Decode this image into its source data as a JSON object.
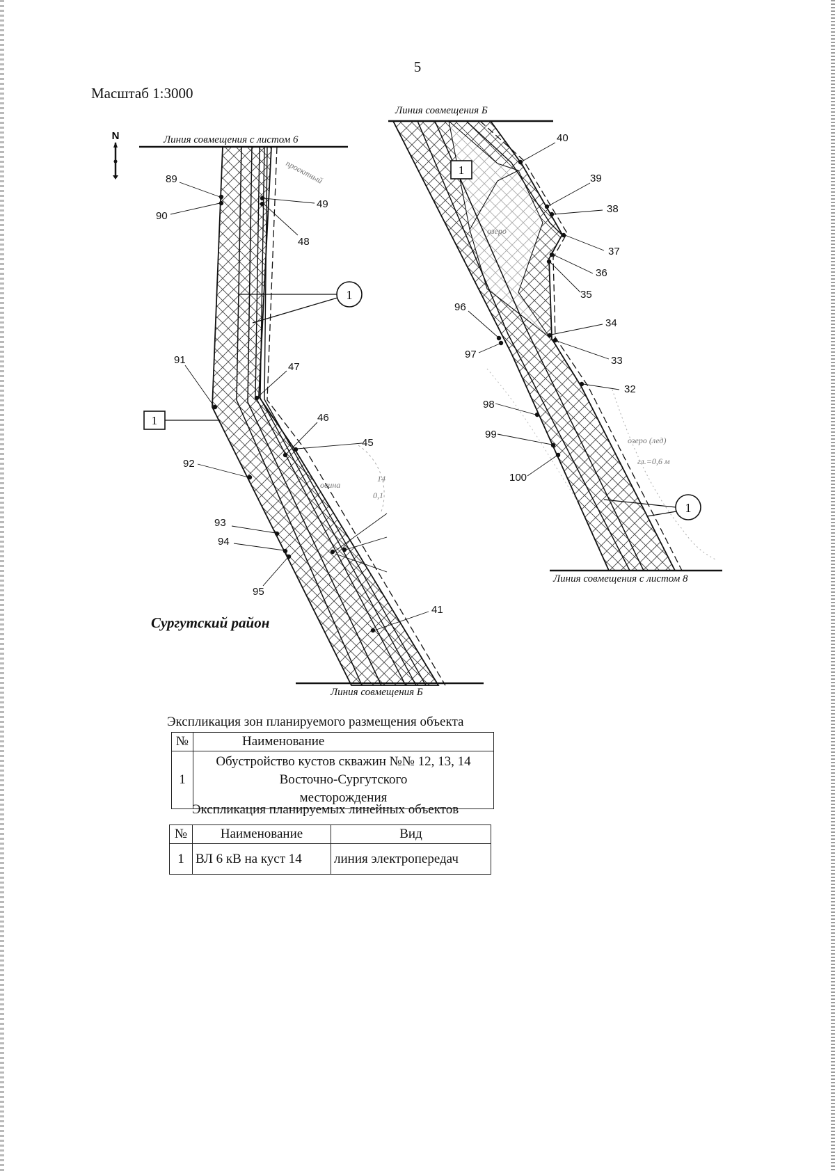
{
  "page": {
    "number": "5",
    "scale": "Масштаб 1:3000"
  },
  "map": {
    "north_arrow_label": "N",
    "north_arrow_icon": "north-arrow-icon",
    "match_lines": {
      "left_top": "Линия совмещения с листом 6",
      "left_bottom": "Линия совмещения Б",
      "right_top": "Линия совмещения Б",
      "right_bottom": "Линия совмещения с листом 8"
    },
    "district": "Сургутский район",
    "zone_marker": "1",
    "linear_marker": "1",
    "faint_annotations": {
      "left_top": "проектный",
      "left_mid": "осина",
      "left_mid_value_1": "14",
      "left_mid_value_2": "0,1",
      "right_lake": "озеро (лед)",
      "right_depth": "гл.=0,6 м",
      "right_small": "озеро"
    },
    "point_labels": [
      "89",
      "90",
      "49",
      "48",
      "91",
      "47",
      "46",
      "45",
      "92",
      "93",
      "94",
      "95",
      "41",
      "40",
      "39",
      "38",
      "37",
      "36",
      "35",
      "34",
      "33",
      "32",
      "96",
      "97",
      "98",
      "99",
      "100"
    ]
  },
  "explication_zones": {
    "title": "Экспликация зон планируемого размещения объекта",
    "headers": [
      "№",
      "Наименование"
    ],
    "rows": [
      {
        "num": "1",
        "name_lines": [
          "Обустройство кустов скважин №№ 12, 13, 14",
          "Восточно-Сургутского",
          "месторождения"
        ]
      }
    ]
  },
  "explication_linear": {
    "title": "Экспликация планируемых линейных объектов",
    "headers": [
      "№",
      "Наименование",
      "Вид"
    ],
    "rows": [
      {
        "num": "1",
        "name": "ВЛ 6 кВ на куст 14",
        "kind": "линия электропередач"
      }
    ]
  },
  "colors": {
    "ink": "#111111",
    "hatch": "#333333",
    "faint": "#8a8a8a"
  }
}
